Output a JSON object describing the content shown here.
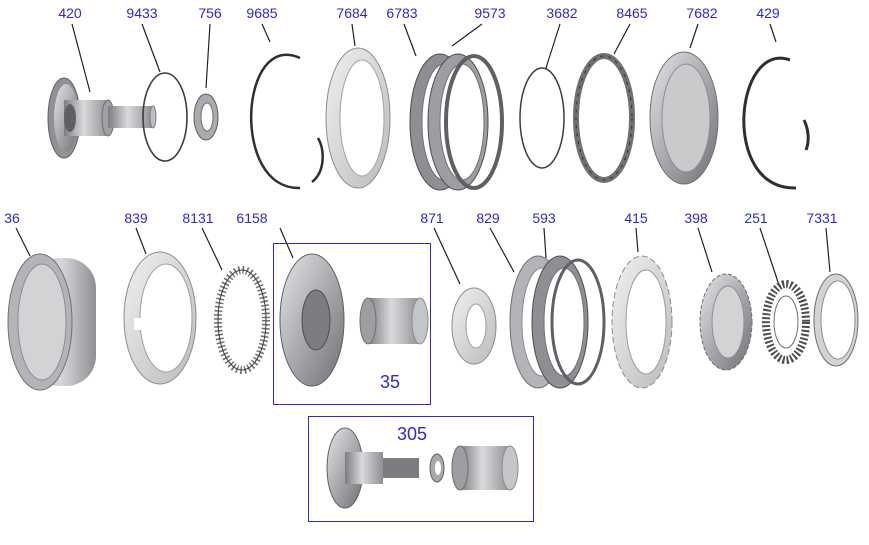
{
  "labels": {
    "p420": "420",
    "p9433": "9433",
    "p756": "756",
    "p9685": "9685",
    "p7684": "7684",
    "p6783": "6783",
    "p9573": "9573",
    "p3682": "3682",
    "p8465": "8465",
    "p7682": "7682",
    "p429": "429",
    "p36": "36",
    "p839": "839",
    "p8131": "8131",
    "p6158": "6158",
    "p871": "871",
    "p829": "829",
    "p593": "593",
    "p415": "415",
    "p398": "398",
    "p251": "251",
    "p7331": "7331"
  },
  "insets": {
    "i35": "35",
    "i305": "305"
  },
  "colors": {
    "label": "#2b2bd0",
    "leader": "#222222",
    "metal_dark": "#6f7174",
    "metal_mid": "#a9abae",
    "metal_light": "#d6d7d9"
  }
}
